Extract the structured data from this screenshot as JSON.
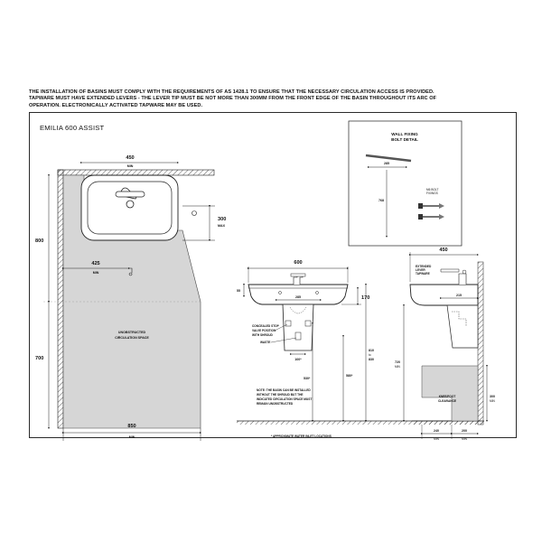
{
  "notice": {
    "line1": "THE INSTALLATION OF BASINS MUST COMPLY WITH THE REQUIREMENTS OF AS 1428.1 TO ENSURE THAT THE NECESSARY CIRCULATION ACCESS IS PROVIDED.",
    "line2": "TAPWARE MUST HAVE EXTENDED LEVERS - THE LEVER TIP MUST BE NOT MORE THAN 300MM FROM THE FRONT EDGE OF THE BASIN THROUGHOUT ITS ARC OF",
    "line3": "OPERATION.   ELECTRONICALLY ACTIVATED TAPWARE MAY BE USED."
  },
  "product_title": "EMILIA 600 ASSIST",
  "plan": {
    "dim_width": "450",
    "dim_width_min": "MIN",
    "dim_depth": "800",
    "dim_300": "300",
    "dim_300_max": "MAX",
    "dim_425": "425",
    "dim_425_min": "MIN",
    "dim_700": "700",
    "dim_850": "850",
    "dim_850_min": "MIN",
    "space_label_1": "UNOBSTRUCTED",
    "space_label_2": "CIRCULATION SPACE"
  },
  "detail": {
    "title_1": "WALL FIXING",
    "title_2": "BOLT DETAIL",
    "dim_285": "285",
    "dim_768": "768",
    "bolt_label_1": "M6 BOLT",
    "bolt_label_2": "FIXINGS"
  },
  "front": {
    "dim_600": "600",
    "dim_285": "285",
    "dim_55": "55",
    "dim_170": "170",
    "dim_100": "100*",
    "dim_530": "530*",
    "dim_580": "580*",
    "dim_810": "810",
    "dim_to": "to",
    "dim_830": "830",
    "valve_1": "CONCEALED STOP",
    "valve_2": "VALVE POSITION",
    "valve_3": "WITH SHROUD",
    "waste": "WASTE",
    "note_1": "NOTE: THE BASIN CAN BE INSTALLED",
    "note_2": "WITHOUT THE SHROUD BUT THE",
    "note_3": "INDICATED CIRCULATION SPACE MUST",
    "note_4": "REMAIN UNOBSTRUCTED",
    "footnote": "* APPROXIMATE WATER INLET LOCATIONS"
  },
  "side": {
    "dim_450": "450",
    "lever_1": "EXTENDED",
    "lever_2": "LEVER",
    "lever_3": "TAPWARE",
    "dim_215": "215",
    "dim_720": "720",
    "dim_720_min": "MIN",
    "knee_1": "KNEE/FOOT",
    "knee_2": "CLEARANCE",
    "dim_300": "300",
    "dim_300_min": "MIN",
    "dim_240": "240",
    "dim_240_min": "MIN",
    "dim_200": "200",
    "dim_200_min": "MIN"
  },
  "colors": {
    "shade": "#d6d6d6",
    "line": "#222222"
  }
}
